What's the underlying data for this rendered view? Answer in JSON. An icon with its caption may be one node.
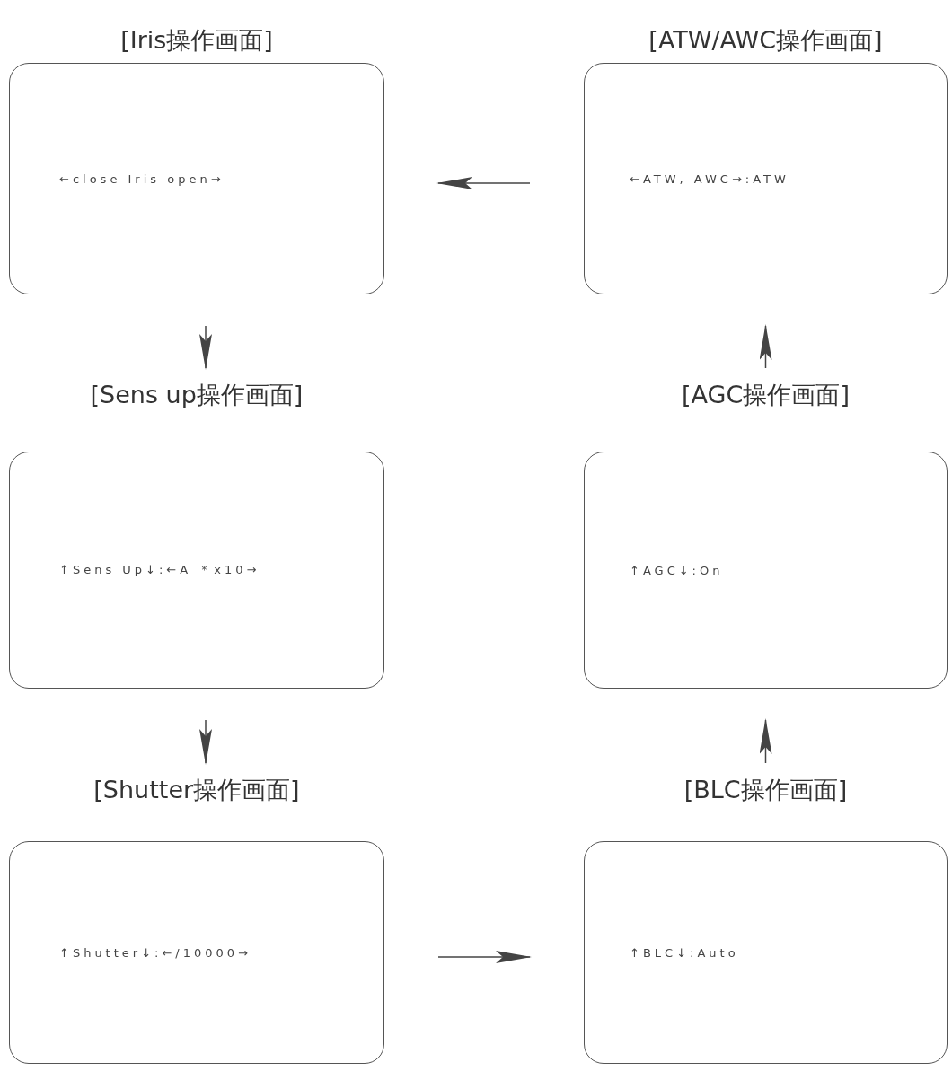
{
  "diagram": {
    "nodes": [
      {
        "text": [
          "[Iris操作画面]",
          "←close Iris open→"
        ]
      },
      {
        "text": [
          "[ATW/AWC操作画面]",
          "←ATW, AWC→:ATW"
        ]
      },
      {
        "text": [
          "[Sens up操作画面]",
          "↑Sens Up↓:←A ＊x10→"
        ]
      },
      {
        "text": [
          "[AGC操作画面]",
          "↑AGC↓:On"
        ]
      },
      {
        "text": [
          "[Shutter操作画面]",
          "↑Shutter↓:←/10000→"
        ]
      },
      {
        "text": [
          "[BLC操作画面]",
          "↑BLC↓:Auto"
        ]
      }
    ],
    "edges": [
      {
        "from": 1,
        "to": 0,
        "arrow": "to"
      },
      {
        "from": 0,
        "to": 2,
        "arrow": "to"
      },
      {
        "from": 2,
        "to": 4,
        "arrow": "to"
      },
      {
        "from": 4,
        "to": 5,
        "arrow": "to"
      },
      {
        "from": 5,
        "to": 3,
        "arrow": "to"
      },
      {
        "from": 3,
        "to": 1,
        "arrow": "to"
      }
    ]
  }
}
